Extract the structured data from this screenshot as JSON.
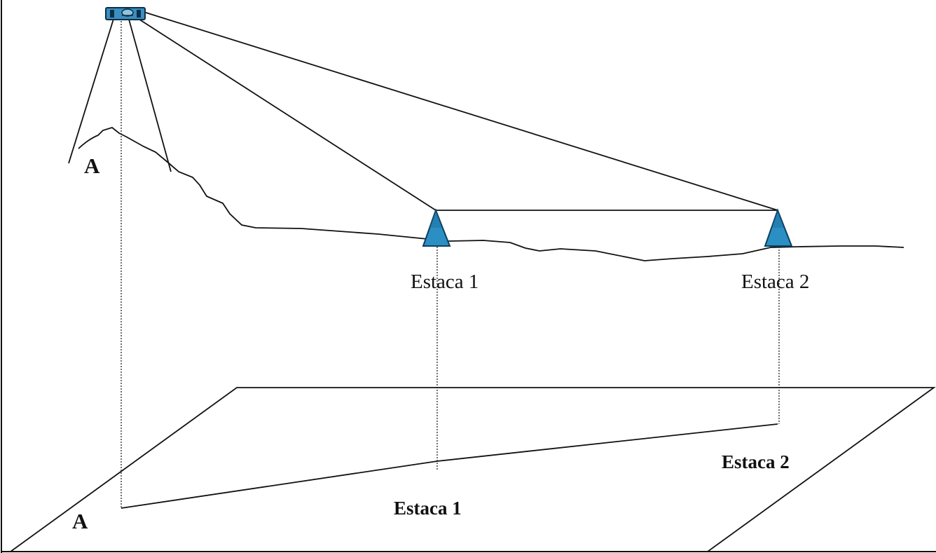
{
  "labels": {
    "point_a_top": "A",
    "point_a_bottom": "A",
    "estaca1_top": "Estaca 1",
    "estaca2_top": "Estaca 2",
    "estaca1_bottom": "Estaca 1",
    "estaca2_bottom": "Estaca 2"
  },
  "colors": {
    "line": "#111111",
    "stake_fill": "#2b8fc4",
    "stake_stroke": "#0e3f5e",
    "instrument_fill": "#3a8fc0",
    "instrument_stroke": "#0d2f47"
  },
  "icons": {
    "instrument": "total-station-icon",
    "stake": "stake-marker-icon"
  }
}
